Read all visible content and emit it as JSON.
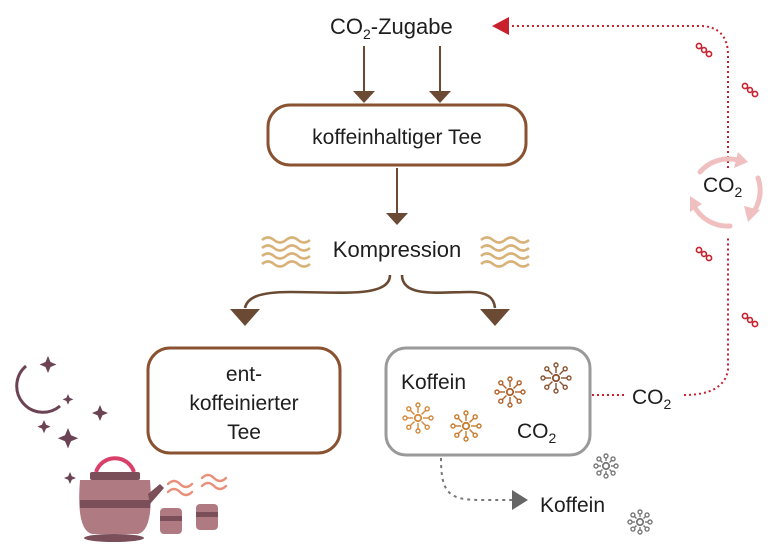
{
  "co2_input": {
    "prefix": "CO",
    "sub": "2",
    "suffix": "-Zugabe"
  },
  "tea_box": {
    "label": "koffeinhaltiger Tee"
  },
  "compression": {
    "label": "Kompression"
  },
  "decaf_box": {
    "line1": "ent-",
    "line2": "koffeinierter",
    "line3": "Tee"
  },
  "extract_box": {
    "caffeine": "Koffein",
    "co2_main": "CO",
    "co2_sub": "2"
  },
  "cycle": {
    "co2_main": "CO",
    "co2_sub": "2"
  },
  "return_label": {
    "main": "CO",
    "sub": "2"
  },
  "caffeine_output": {
    "label": "Koffein"
  },
  "colors": {
    "brown": "#6b4a33",
    "tea_border": "#8a5230",
    "grey_border": "#9a9a9a",
    "red": "#c8202c",
    "cycle_pink": "#f0c0c0",
    "wave": "#d9b27a",
    "kettle": "#b07a82",
    "kettle_dark": "#7a4f5a",
    "lid": "#d8406a",
    "night": "#6b4355"
  }
}
